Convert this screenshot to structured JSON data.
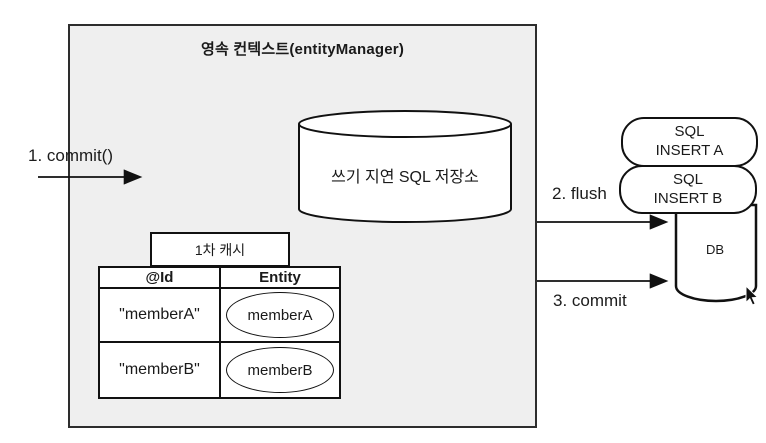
{
  "diagram": {
    "title": "영속 컨텍스트(entityManager)",
    "labels": {
      "step1": "1. commit()",
      "step2": "2. flush",
      "step3": "3. commit"
    },
    "sql_store": {
      "label": "쓰기 지연 SQL 저장소"
    },
    "cache": {
      "tab": "1차 캐시",
      "columns": [
        "@Id",
        "Entity"
      ],
      "rows": [
        {
          "id": "\"memberA\"",
          "entity": "memberA"
        },
        {
          "id": "\"memberB\"",
          "entity": "memberB"
        }
      ]
    },
    "sql_boxes": [
      {
        "line1": "SQL",
        "line2": "INSERT A"
      },
      {
        "line1": "SQL",
        "line2": "INSERT B"
      }
    ],
    "db": {
      "label": "DB"
    },
    "colors": {
      "box_fill": "#efefef",
      "stroke": "#111111",
      "background": "#ffffff"
    }
  }
}
